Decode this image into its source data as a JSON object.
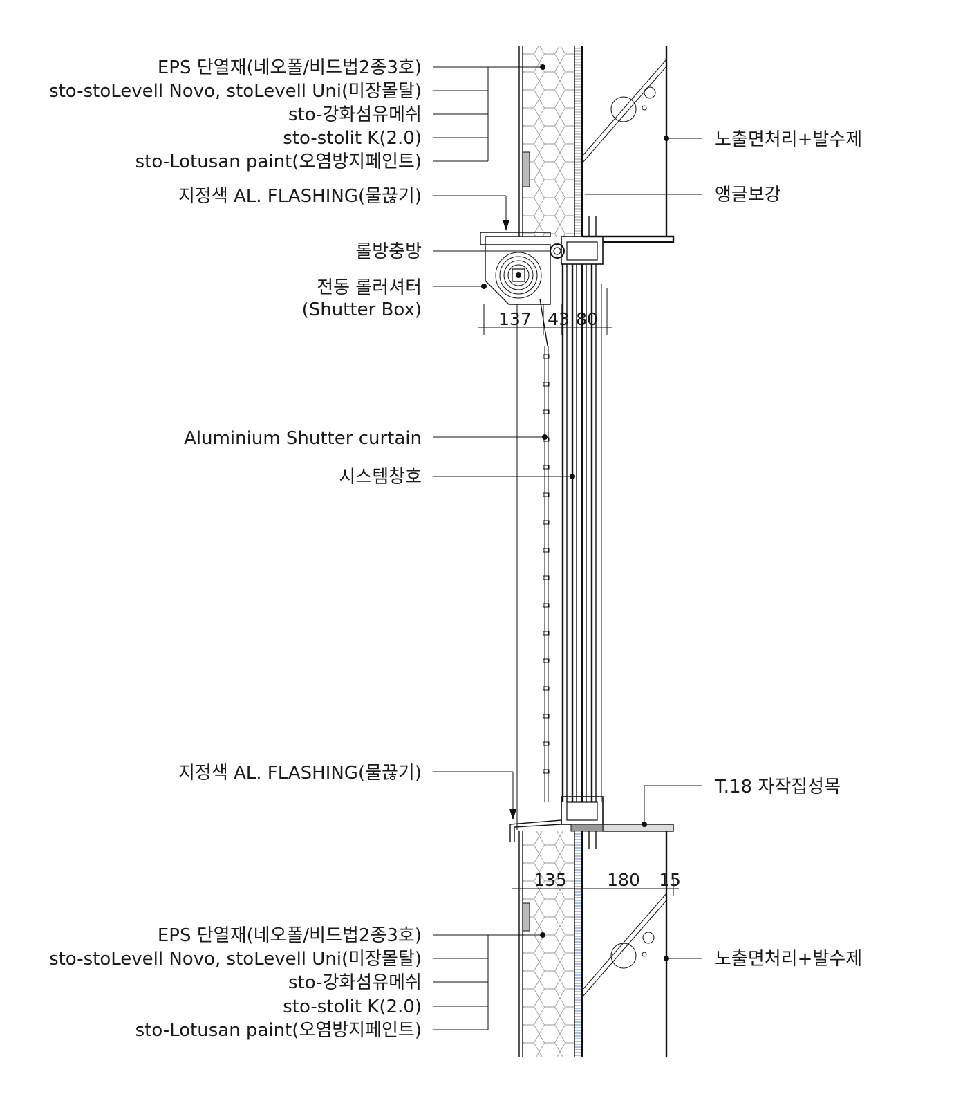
{
  "labels": {
    "left_top": [
      "EPS 단열재(네오폴/비드법2종3호)",
      "sto-stoLevell Novo, stoLevell Uni(미장몰탈)",
      "sto-강화섬유메쉬",
      "sto-stolit K(2.0)",
      "sto-Lotusan paint(오염방지페인트)"
    ],
    "flashing_top": "지정색 AL. FLASHING(물끊기)",
    "insect_screen": "롤방충방",
    "shutter_line1": "전동 롤러셔터",
    "shutter_line2": "(Shutter Box)",
    "shutter_curtain": "Aluminium Shutter curtain",
    "system_window": "시스템창호",
    "flashing_bottom": "지정색 AL. FLASHING(물끊기)",
    "left_bottom": [
      "EPS 단열재(네오폴/비드법2종3호)",
      "sto-stoLevell Novo, stoLevell Uni(미장몰탈)",
      "sto-강화섬유메쉬",
      "sto-stolit K(2.0)",
      "sto-Lotusan paint(오염방지페인트)"
    ],
    "right_top_finish": "노출면처리+발수제",
    "angle_reinforce": "앵글보강",
    "sill": "T.18 자작집성목",
    "right_bottom_finish": "노출면처리+발수제"
  },
  "dimensions": {
    "top": [
      "137",
      "43",
      "80"
    ],
    "bottom": [
      "135",
      "180",
      "15"
    ]
  }
}
